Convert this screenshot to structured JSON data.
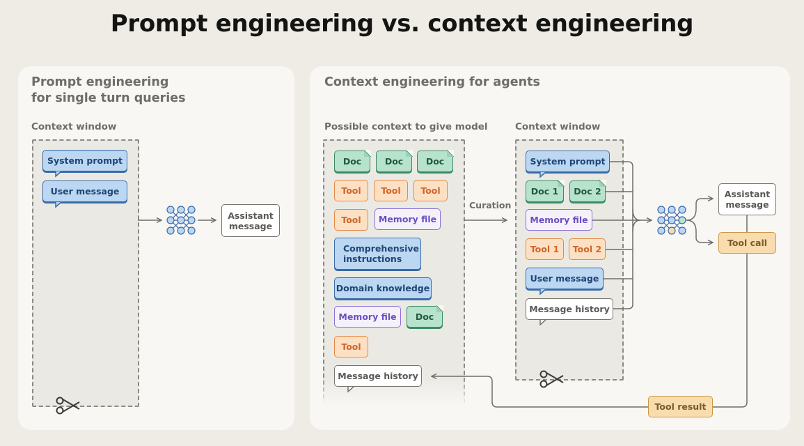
{
  "title": "Prompt engineering vs. context engineering",
  "left_panel": {
    "heading": "Prompt engineering\nfor single turn queries",
    "window_label": "Context window",
    "system_prompt": "System prompt",
    "user_message": "User message",
    "assistant_message": "Assistant\nmessage",
    "icons": {
      "model": "neural-network-icon",
      "cut": "scissors-icon"
    }
  },
  "right_panel": {
    "heading": "Context engineering for agents",
    "possible_label": "Possible context to give model",
    "window_label": "Context window",
    "curation_label": "Curation",
    "possible_items": {
      "doc": "Doc",
      "tool": "Tool",
      "memory_file": "Memory file",
      "comprehensive": "Comprehensive\ninstructions",
      "domain": "Domain knowledge",
      "message_history": "Message history"
    },
    "window_items": {
      "system_prompt": "System prompt",
      "doc1": "Doc 1",
      "doc2": "Doc 2",
      "memory_file": "Memory file",
      "tool1": "Tool 1",
      "tool2": "Tool 2",
      "user_message": "User message",
      "message_history": "Message history"
    },
    "assistant_message": "Assistant\nmessage",
    "tool_call": "Tool call",
    "tool_result": "Tool result",
    "icons": {
      "model": "neural-network-icon",
      "cut": "scissors-icon"
    }
  },
  "colors": {
    "blue": "#bcd7f2",
    "green": "#b7e3cd",
    "orange": "#fce0c4",
    "purple": "#8b6ed3",
    "tan": "#f8dcae",
    "background": "#efece6"
  }
}
